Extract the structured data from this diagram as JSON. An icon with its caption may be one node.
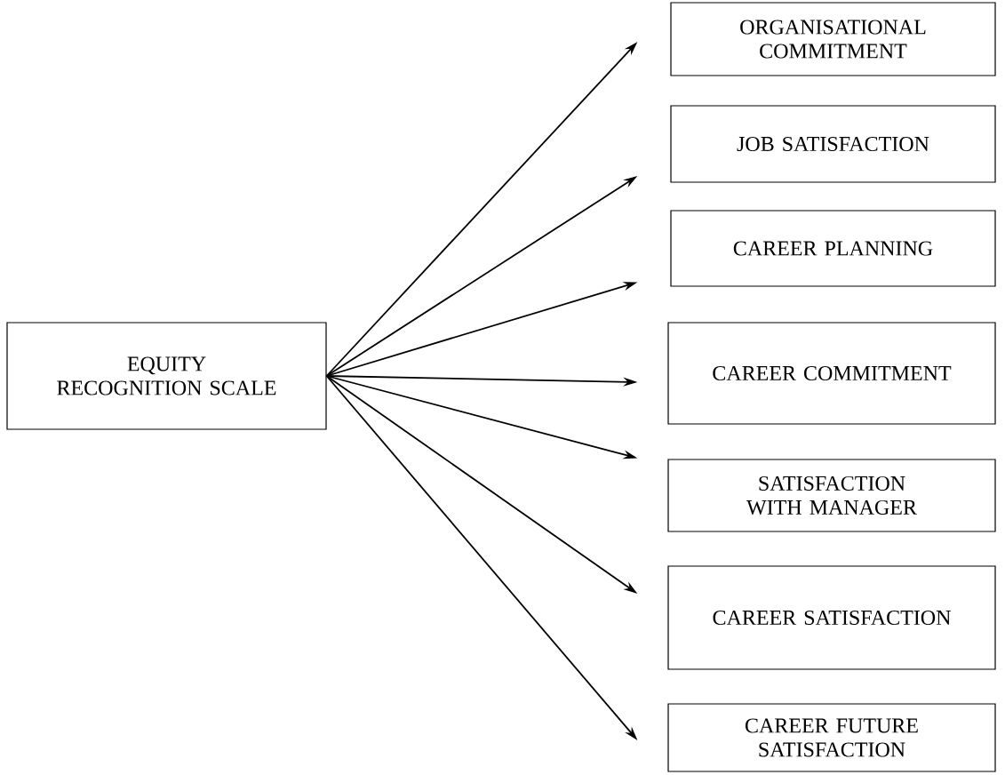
{
  "diagram": {
    "nodes": [
      {
        "text": [
          "EQUITY RECOGNITION SCALE"
        ]
      },
      {
        "text": [
          "ORGANISATIONAL COMMITMENT"
        ]
      },
      {
        "text": [
          "JOB SATISFACTION"
        ]
      },
      {
        "text": [
          "CAREER PLANNING"
        ]
      },
      {
        "text": [
          "CAREER COMMITMENT"
        ]
      },
      {
        "text": [
          "SATISFACTION WITH MANAGER"
        ]
      },
      {
        "text": [
          "CAREER SATISFACTION"
        ]
      },
      {
        "text": [
          "CAREER FUTURE SATISFACTION"
        ]
      }
    ],
    "edges": [
      {
        "from": 0,
        "to": 1,
        "arrow": "to"
      },
      {
        "from": 0,
        "to": 2,
        "arrow": "to"
      },
      {
        "from": 0,
        "to": 3,
        "arrow": "to"
      },
      {
        "from": 0,
        "to": 4,
        "arrow": "to"
      },
      {
        "from": 0,
        "to": 5,
        "arrow": "to"
      },
      {
        "from": 0,
        "to": 6,
        "arrow": "to"
      },
      {
        "from": 0,
        "to": 7,
        "arrow": "to"
      }
    ]
  }
}
